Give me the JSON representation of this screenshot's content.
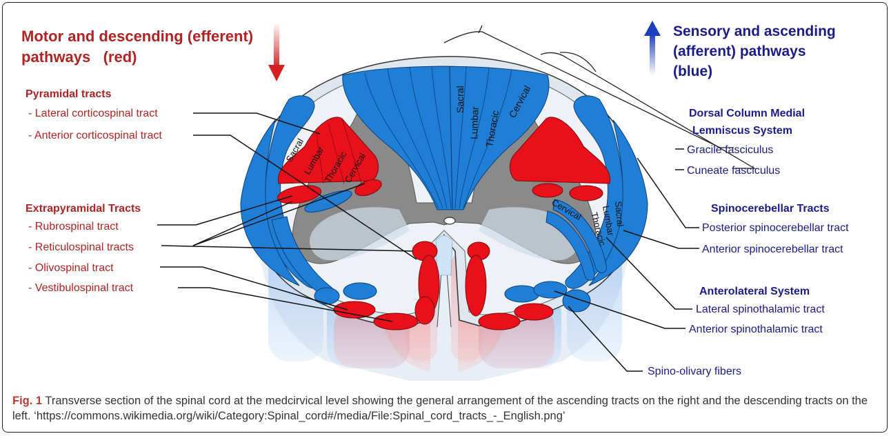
{
  "left_header": {
    "line1": "Motor and descending (efferent)",
    "line2": "pathways   (red)"
  },
  "right_header": {
    "line1": "Sensory and ascending",
    "line2": "(afferent) pathways",
    "line3": "(blue)"
  },
  "left_labels": {
    "pyramidal_title": "Pyramidal tracts",
    "lateral_cs": "- Lateral corticospinal tract",
    "anterior_cs": "- Anterior corticospinal tract",
    "extra_title": "Extrapyramidal Tracts",
    "rubro": "- Rubrospinal tract",
    "reticulo": "- Reticulospinal tracts",
    "olivo": "- Olivospinal tract",
    "vestibulo": "- Vestibulospinal tract"
  },
  "right_labels": {
    "dcml_title1": "Dorsal Column Medial",
    "dcml_title2": "Lemniscus System",
    "gracile": "Gracile fasciculus",
    "cuneate": "Cuneate fasciculus",
    "spinocereb_title": "Spinocerebellar Tracts",
    "post_sc": "Posterior spinocerebellar tract",
    "ant_sc": "Anterior spinocerebellar tract",
    "anterolateral_title": "Anterolateral System",
    "lat_st": "Lateral spinothalamic tract",
    "ant_st": "Anterior spinothalamic tract",
    "spino_olivary": "Spino-olivary fibers"
  },
  "segments": {
    "sacral": "Sacral",
    "lumbar": "Lumbar",
    "thoracic": "Thoracic",
    "cervical": "Cervical"
  },
  "caption": {
    "label": "Fig. 1",
    "text": " Transverse section of the spinal cord at the medcirvical level showing the general arrangement of the ascending tracts on the right and the descending tracts on the left. ‘https://commons.wikimedia.org/wiki/Category:Spinal_cord#/media/File:Spinal_cord_tracts_-_English.png’"
  },
  "colors": {
    "red_text": "#b22222",
    "blue_text": "#1a1a8c",
    "tract_blue": "#1f7fd6",
    "tract_red": "#e8101a",
    "grey_matter": "#8a8a8a"
  }
}
